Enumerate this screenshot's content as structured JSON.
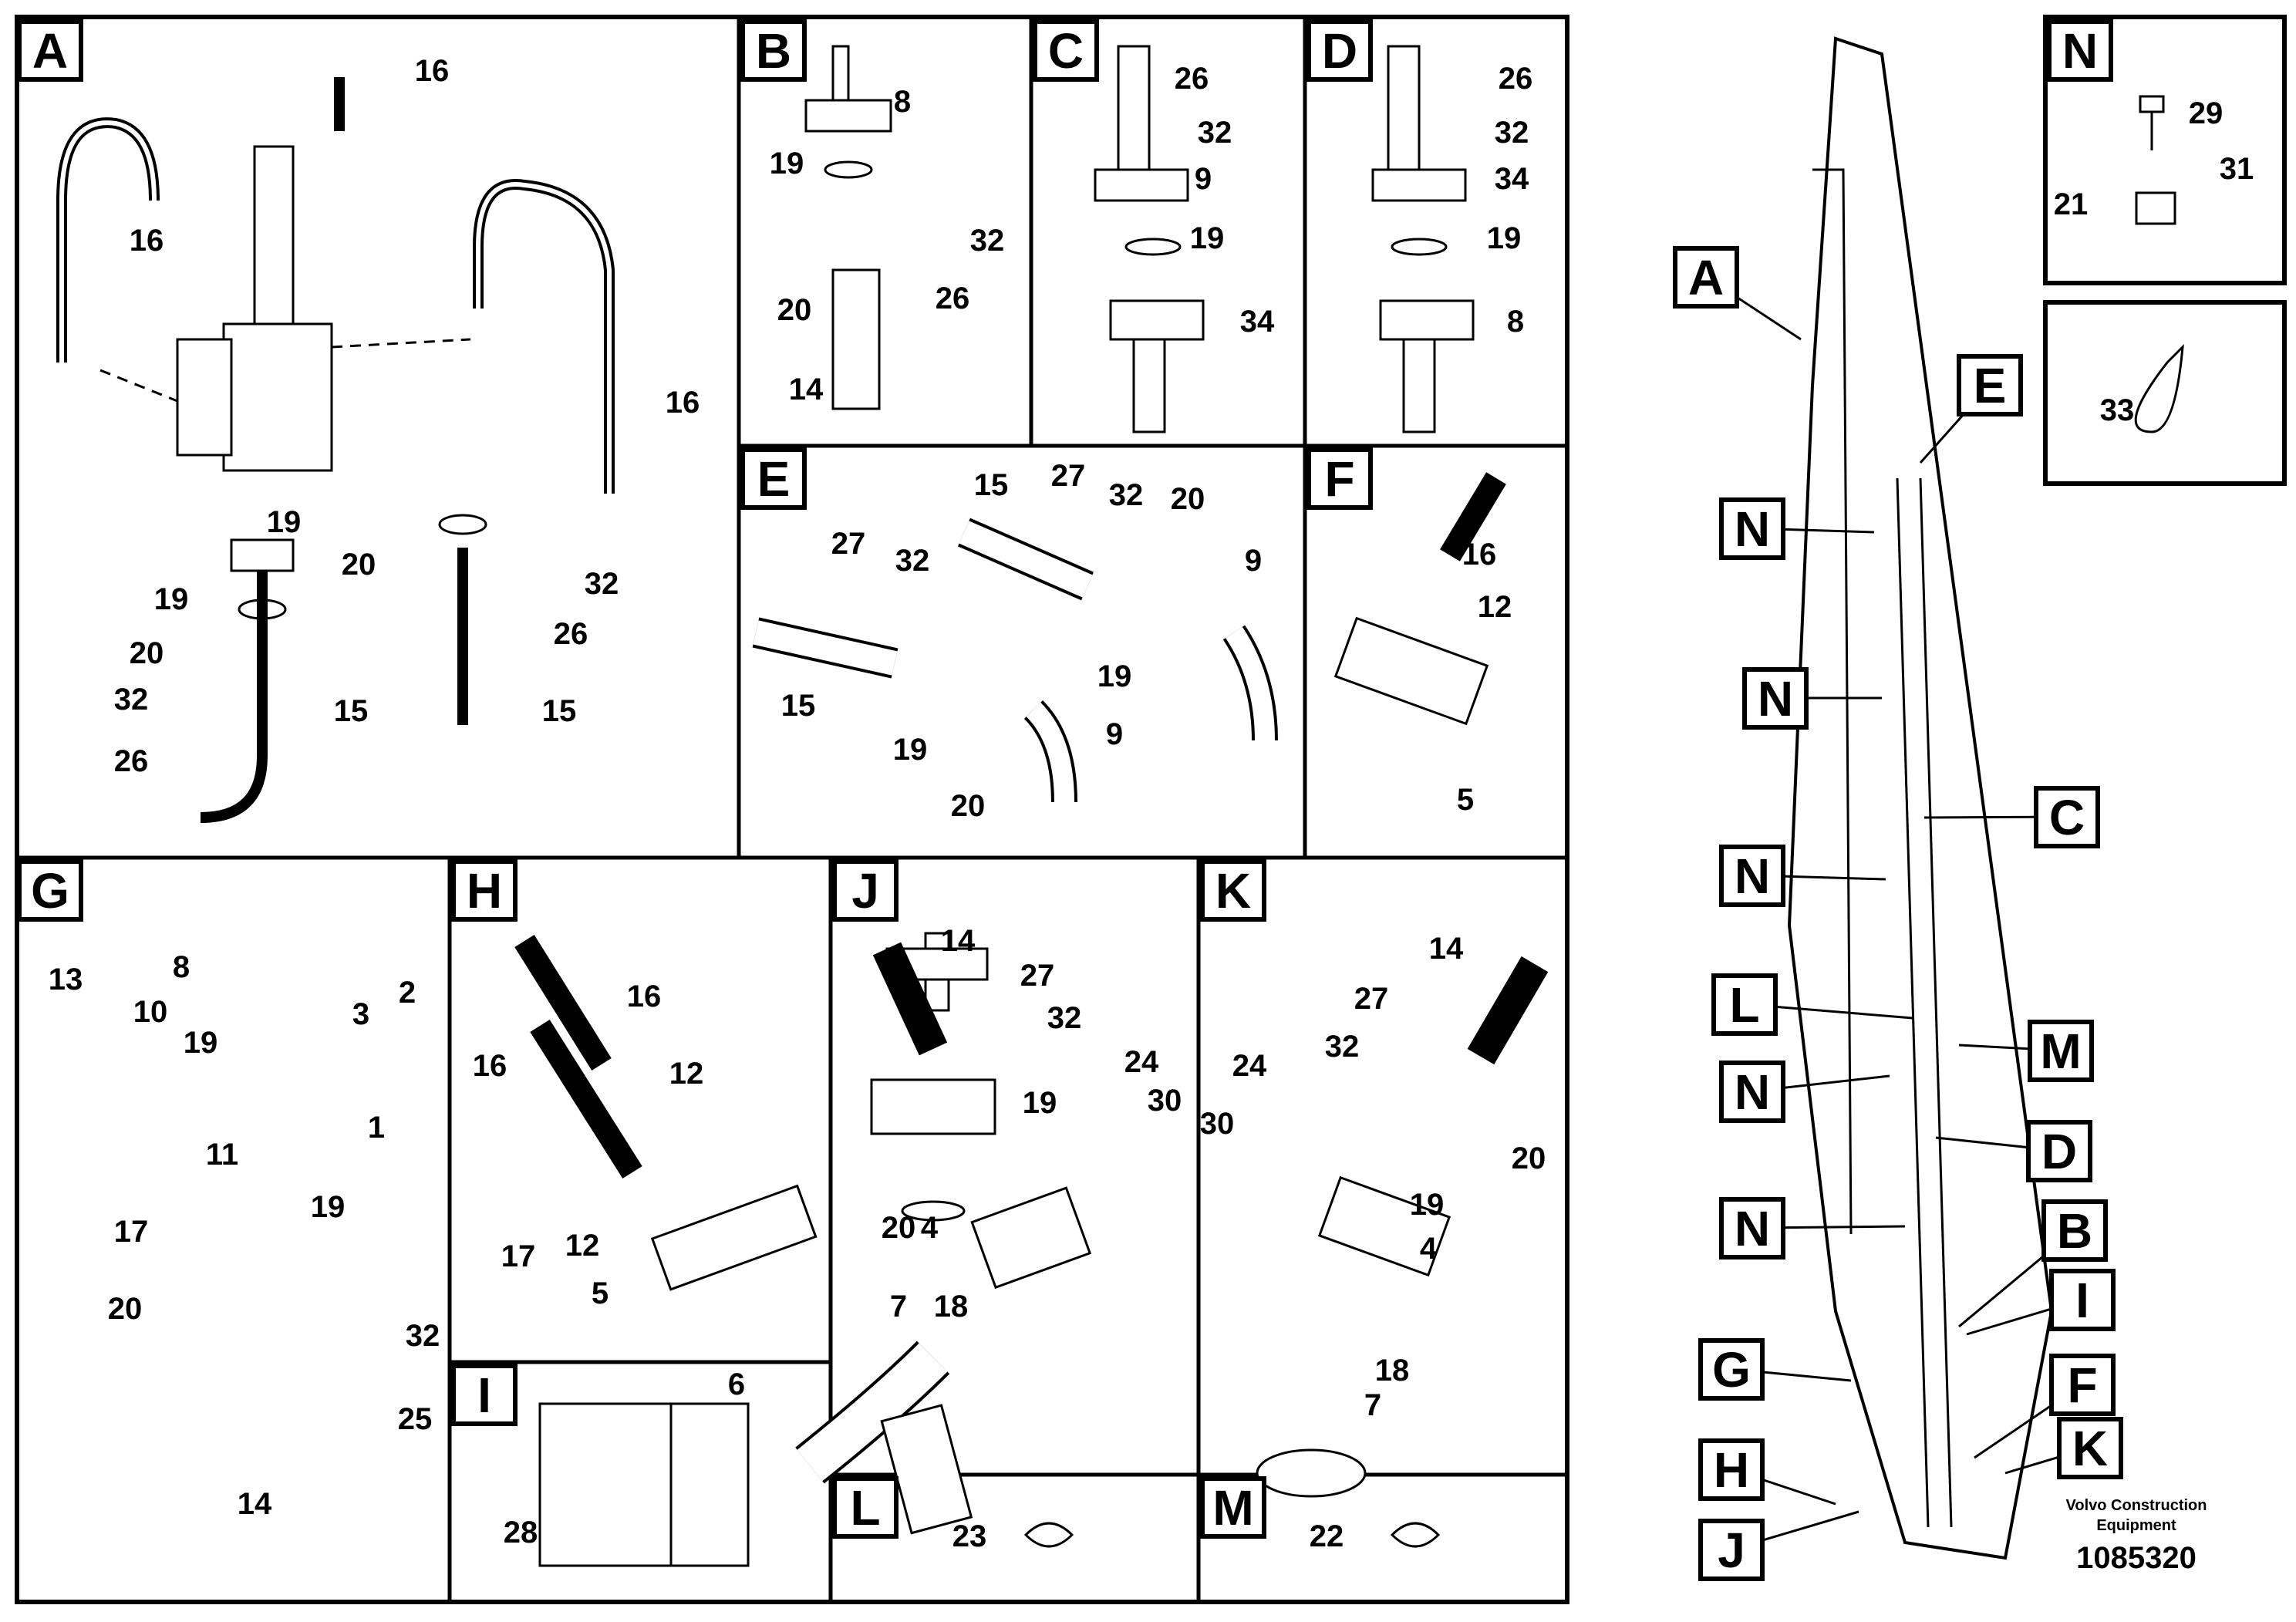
{
  "sections": {
    "A": {
      "tag": "A",
      "labels": [
        "16",
        "16",
        "16",
        "19",
        "20",
        "32",
        "26",
        "19",
        "20",
        "32",
        "26",
        "15",
        "15"
      ]
    },
    "B": {
      "tag": "B",
      "labels": [
        "8",
        "19",
        "32",
        "20",
        "26",
        "14"
      ]
    },
    "C": {
      "tag": "C",
      "labels": [
        "26",
        "32",
        "9",
        "19",
        "34"
      ]
    },
    "D": {
      "tag": "D",
      "labels": [
        "26",
        "32",
        "34",
        "19",
        "8"
      ]
    },
    "E": {
      "tag": "E",
      "labels": [
        "15",
        "27",
        "32",
        "20",
        "27",
        "32",
        "9",
        "15",
        "19",
        "19",
        "20",
        "9"
      ]
    },
    "F": {
      "tag": "F",
      "labels": [
        "16",
        "12",
        "5"
      ]
    },
    "G": {
      "tag": "G",
      "labels": [
        "8",
        "13",
        "10",
        "19",
        "3",
        "2",
        "1",
        "11",
        "19",
        "17",
        "20",
        "32",
        "25",
        "14"
      ]
    },
    "H": {
      "tag": "H",
      "labels": [
        "16",
        "16",
        "12",
        "17",
        "12",
        "5"
      ]
    },
    "I": {
      "tag": "I",
      "labels": [
        "6",
        "28"
      ]
    },
    "J": {
      "tag": "J",
      "labels": [
        "14",
        "27",
        "32",
        "24",
        "19",
        "30",
        "20",
        "4",
        "7",
        "18"
      ]
    },
    "K": {
      "tag": "K",
      "labels": [
        "14",
        "27",
        "32",
        "24",
        "30",
        "20",
        "19",
        "4",
        "18",
        "7"
      ]
    },
    "L": {
      "tag": "L",
      "labels": [
        "23"
      ]
    },
    "M": {
      "tag": "M",
      "labels": [
        "22"
      ]
    },
    "N": {
      "tag": "N",
      "labels": [
        "29",
        "31",
        "21"
      ]
    },
    "extra": {
      "labels": [
        "33"
      ]
    }
  },
  "boom_callouts": [
    "A",
    "E",
    "N",
    "N",
    "C",
    "N",
    "L",
    "M",
    "N",
    "D",
    "N",
    "B",
    "I",
    "G",
    "F",
    "H",
    "K",
    "J"
  ],
  "footer": {
    "brand_line1": "Volvo Construction",
    "brand_line2": "Equipment",
    "doc_number": "1085320"
  },
  "colors": {
    "line": "#000000",
    "background": "#ffffff"
  }
}
